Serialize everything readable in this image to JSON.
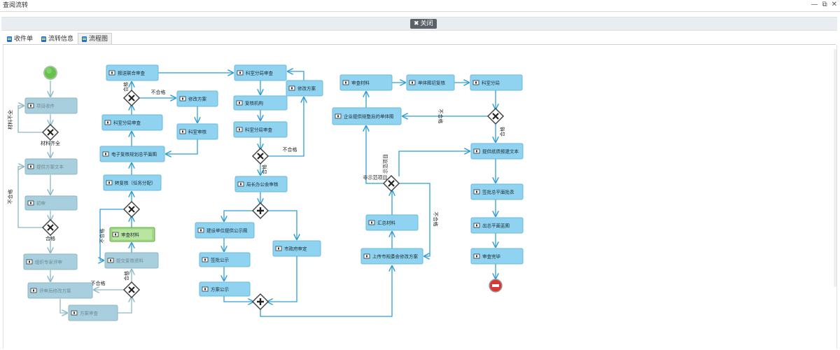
{
  "window": {
    "title": "查阅流转"
  },
  "toolbar": {
    "close_label": "关闭"
  },
  "tabs": [
    {
      "label": "收件单"
    },
    {
      "label": "流转信息"
    },
    {
      "label": "流程图"
    }
  ],
  "colors": {
    "node_active": "#8fd3f1",
    "node_done": "#a8cfdd",
    "node_current": "#a3d98a",
    "edge": "#2f9ed8",
    "start": "#66c04a",
    "end": "#d93636"
  },
  "diagram": {
    "nodes": [
      {
        "id": "xmsj",
        "label": "项目收件",
        "state": "done"
      },
      {
        "id": "tgfa",
        "label": "提供方案文本",
        "state": "done"
      },
      {
        "id": "cs",
        "label": "初审",
        "state": "done"
      },
      {
        "id": "zzzj",
        "label": "组织专家评审",
        "state": "done"
      },
      {
        "id": "psyj",
        "label": "评审后修改方案",
        "state": "done"
      },
      {
        "id": "fash",
        "label": "方案审查",
        "state": "done"
      },
      {
        "id": "tjfh",
        "label": "提交复核资料",
        "state": "done"
      },
      {
        "id": "scl",
        "label": "审查材料",
        "state": "current"
      },
      {
        "id": "zfh",
        "label": "转复核（任务分配）",
        "state": "active"
      },
      {
        "id": "dzfh",
        "label": "电子复核规划总平面图",
        "state": "active"
      },
      {
        "id": "ksfs1",
        "label": "科室分局审查",
        "state": "active"
      },
      {
        "id": "bslh",
        "label": "报送联合审查",
        "state": "active"
      },
      {
        "id": "xgfa1",
        "label": "修改方案",
        "state": "active"
      },
      {
        "id": "kssh",
        "label": "科室审核",
        "state": "active"
      },
      {
        "id": "ksfs2",
        "label": "科室分局审查",
        "state": "active"
      },
      {
        "id": "fhjg",
        "label": "复核机构",
        "state": "active"
      },
      {
        "id": "ksfs3",
        "label": "科室分局审查",
        "state": "active"
      },
      {
        "id": "xgfa2",
        "label": "修改方案",
        "state": "active"
      },
      {
        "id": "jzbg",
        "label": "局长办公会审核",
        "state": "active"
      },
      {
        "id": "jsdw",
        "label": "建设单位提供公示图",
        "state": "active"
      },
      {
        "id": "pqgs",
        "label": "签批公示",
        "state": "active"
      },
      {
        "id": "fags",
        "label": "方案公示",
        "state": "active"
      },
      {
        "id": "szf",
        "label": "市政府审定",
        "state": "active"
      },
      {
        "id": "hzcl",
        "label": "汇总材料",
        "state": "active"
      },
      {
        "id": "ssgh",
        "label": "上传市规委会修改方案",
        "state": "active"
      },
      {
        "id": "qytg",
        "label": "企业提供规整后的单体图",
        "state": "active"
      },
      {
        "id": "sccl",
        "label": "审查材料",
        "state": "active"
      },
      {
        "id": "dttj",
        "label": "单体图初复核",
        "state": "active"
      },
      {
        "id": "ksfj",
        "label": "科室分局",
        "state": "active"
      },
      {
        "id": "tgzz",
        "label": "提供纸质报建文本",
        "state": "active"
      },
      {
        "id": "qpzpm",
        "label": "签批总平面批表",
        "state": "active"
      },
      {
        "id": "cpzpm",
        "label": "出总平面蓝图",
        "state": "active"
      },
      {
        "id": "scwb",
        "label": "审查完毕",
        "state": "active"
      }
    ],
    "edge_labels": {
      "cl_bq": "材料不全",
      "cl_qq": "材料齐全",
      "bhg1": "不合格",
      "hg1": "合格",
      "bhg2": "不合格",
      "hg2": "合格",
      "bhg3": "不合格",
      "bhg4": "不合格",
      "hg3": "合格",
      "bhg5": "不合格",
      "hg4": "合格",
      "bhg6": "不合格",
      "hg5": "合格",
      "fsg": "非示范项目",
      "sfx": "示范项目",
      "bhg7": "不合格",
      "hg6": "合格",
      "bhg8": "不合格"
    }
  }
}
